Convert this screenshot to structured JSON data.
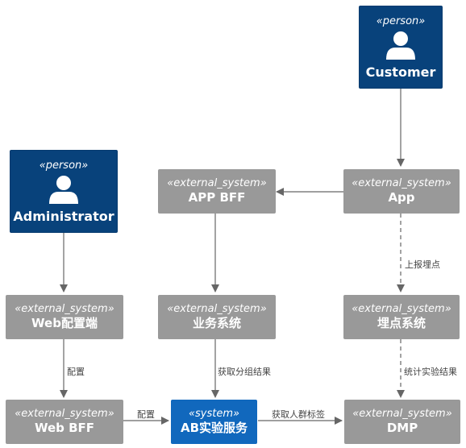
{
  "nodes": {
    "customer": {
      "stereotype": "«person»",
      "name": "Customer"
    },
    "administrator": {
      "stereotype": "«person»",
      "name": "Administrator"
    },
    "app_bff": {
      "stereotype": "«external_system»",
      "name": "APP BFF"
    },
    "app": {
      "stereotype": "«external_system»",
      "name": "App"
    },
    "web_config": {
      "stereotype": "«external_system»",
      "name": "Web配置端"
    },
    "business": {
      "stereotype": "«external_system»",
      "name": "业务系统"
    },
    "tracking": {
      "stereotype": "«external_system»",
      "name": "埋点系统"
    },
    "web_bff": {
      "stereotype": "«external_system»",
      "name": "Web BFF"
    },
    "ab_service": {
      "stereotype": "«system»",
      "name": "AB实验服务"
    },
    "dmp": {
      "stereotype": "«external_system»",
      "name": "DMP"
    }
  },
  "edges": {
    "app_to_tracking": "上报埋点",
    "config_to_webbff": "配置",
    "business_to_ab": "获取分组结果",
    "tracking_to_dmp": "统计实验结果",
    "webbff_to_ab": "配置",
    "ab_to_dmp": "获取人群标签"
  },
  "colors": {
    "person": "#08427b",
    "system": "#1168bd",
    "external_system": "#999999",
    "edge": "#666666"
  }
}
